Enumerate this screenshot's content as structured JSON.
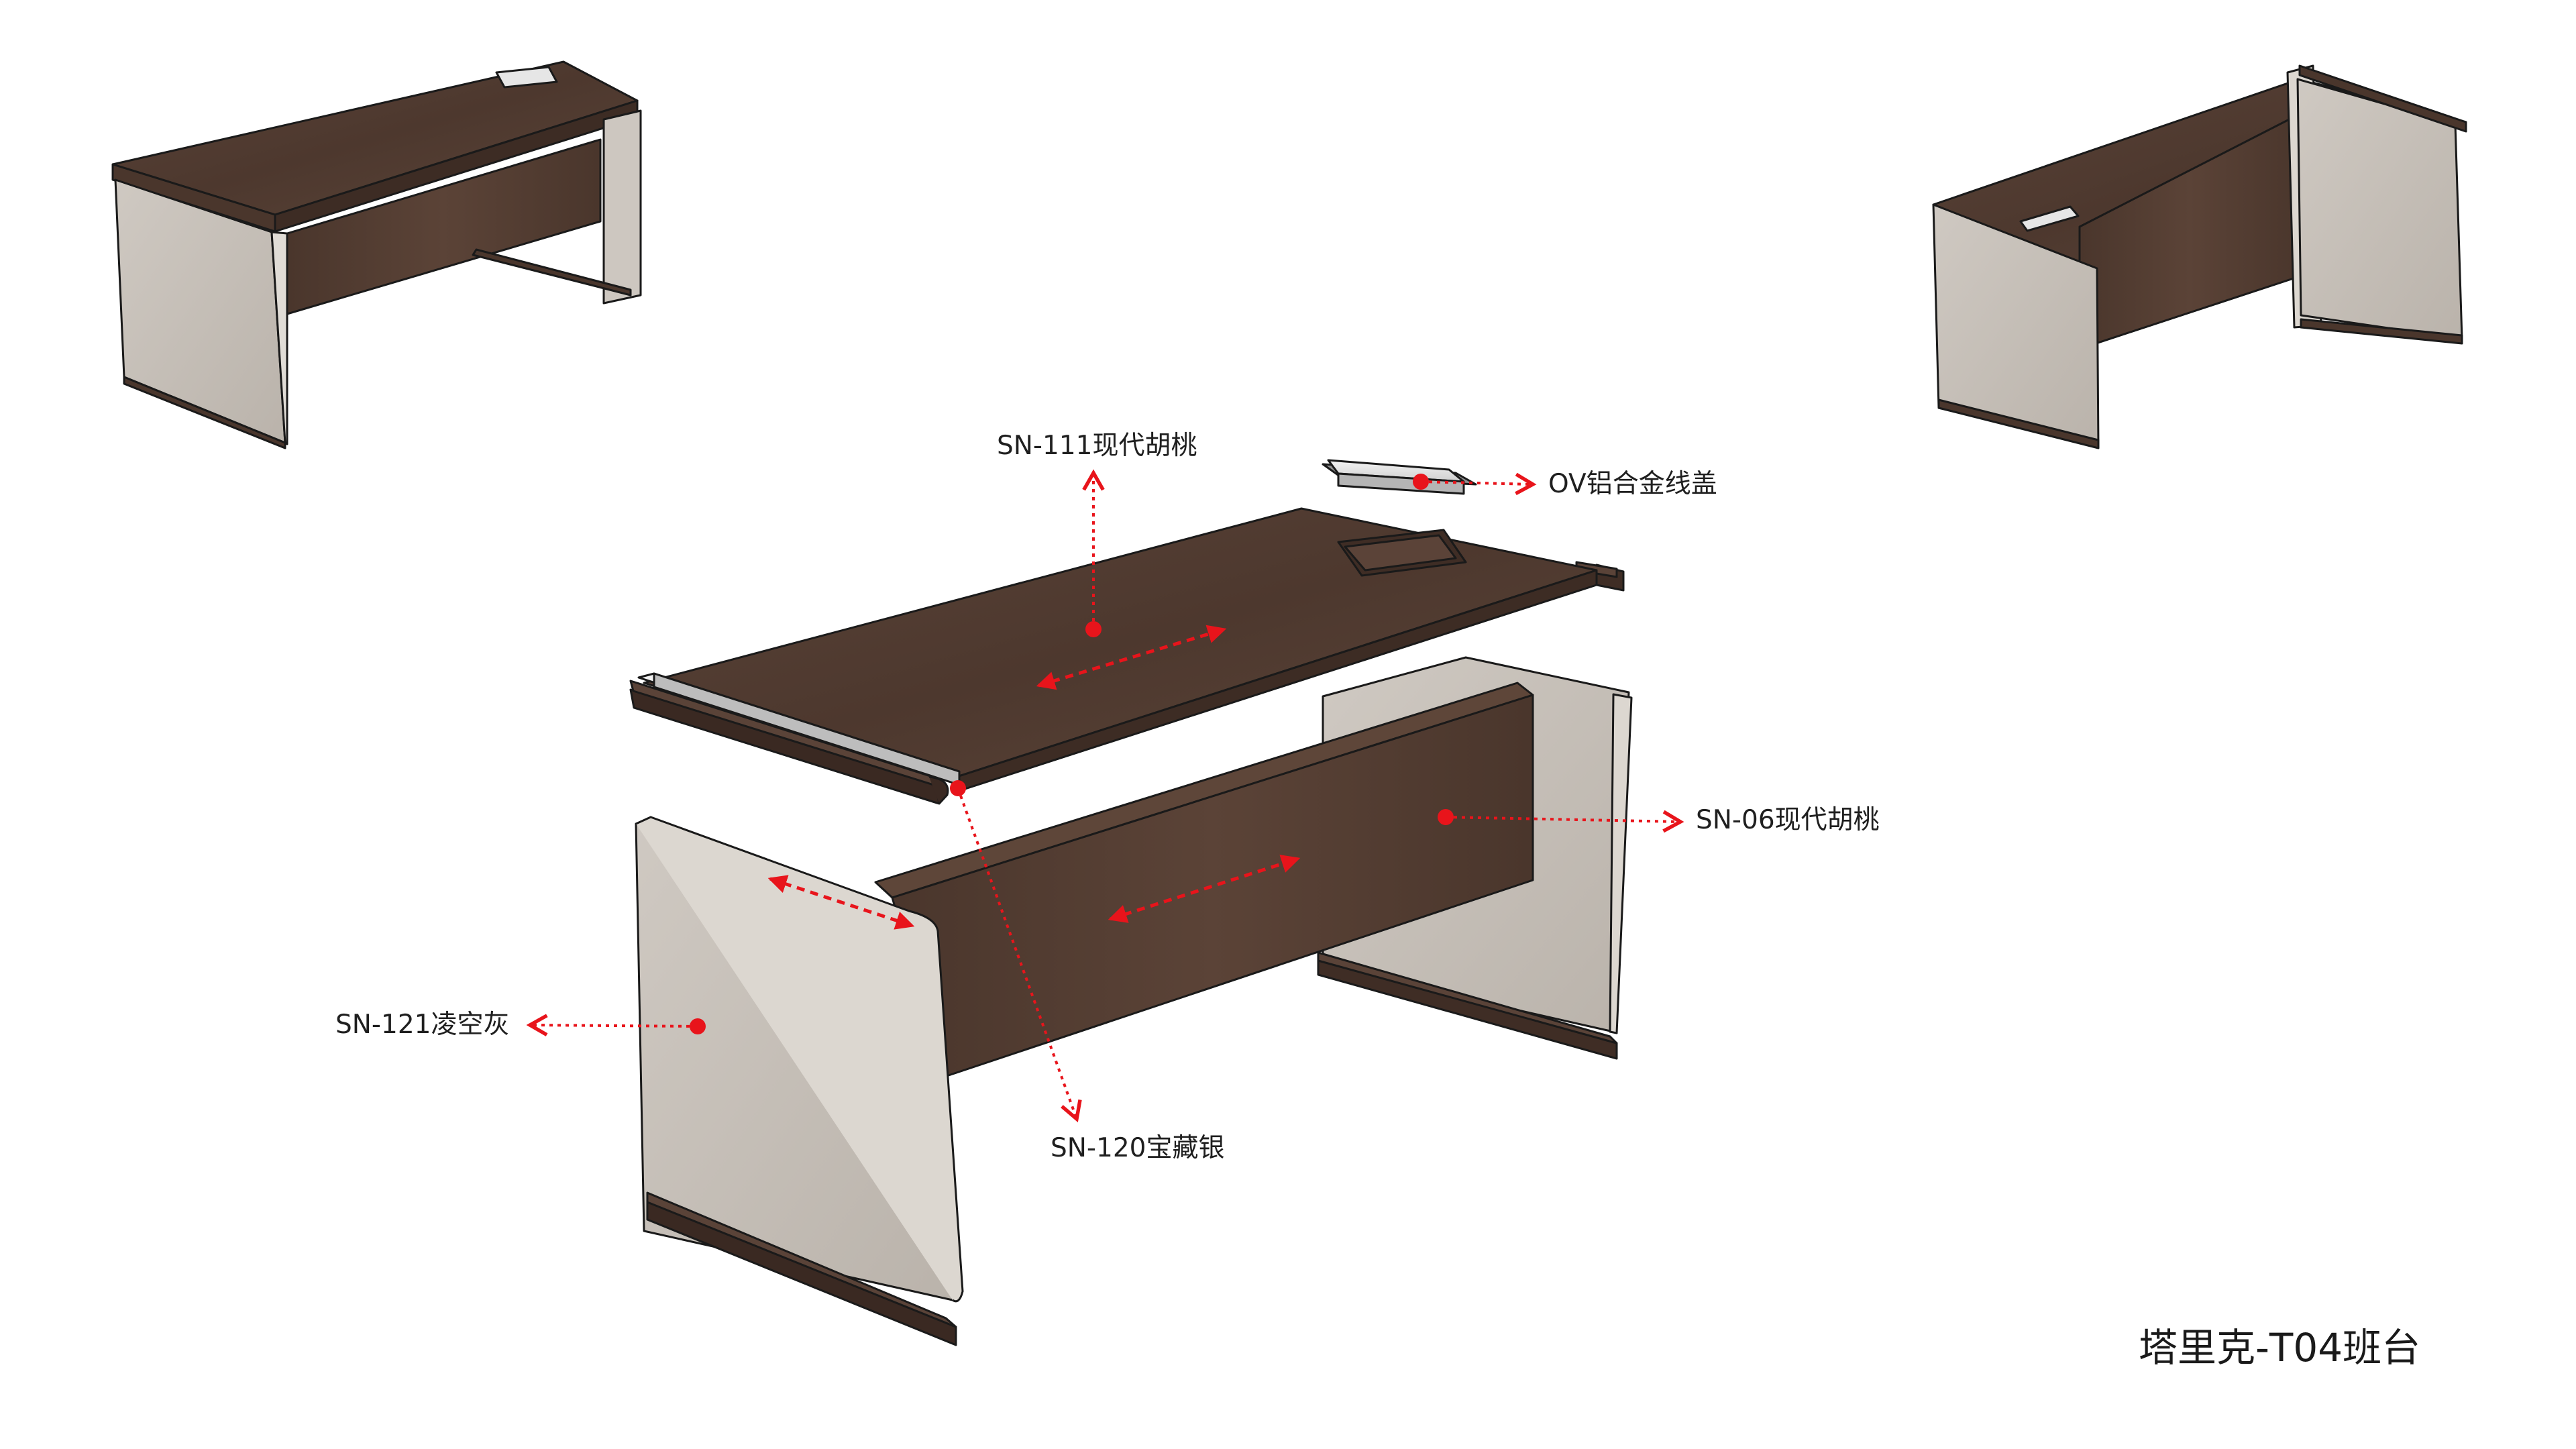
{
  "title": "塔里克-T04班台",
  "callouts": [
    {
      "id": "top",
      "text": "SN-111现代胡桃"
    },
    {
      "id": "cover",
      "text": "OV铝合金线盖"
    },
    {
      "id": "modesty",
      "text": "SN-06现代胡桃"
    },
    {
      "id": "side",
      "text": "SN-121凌空灰"
    },
    {
      "id": "trim",
      "text": "SN-120宝藏银"
    }
  ],
  "colors": {
    "walnut": "#4f3a30",
    "walnut_dark": "#3a2922",
    "grey_panel": "#c3bdb6",
    "silver": "#e3e3e3",
    "marker": "#e8141b",
    "outline": "#1a1a1a"
  }
}
